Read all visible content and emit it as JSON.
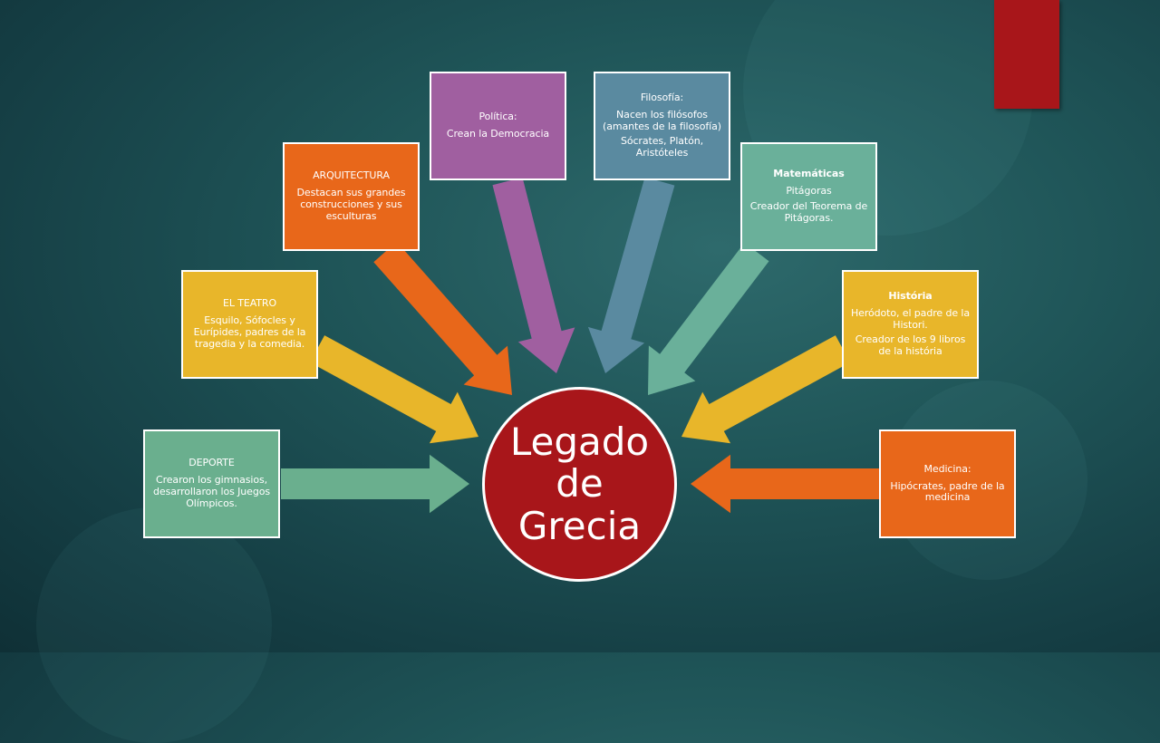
{
  "center": {
    "lines": [
      "Legado",
      "de",
      "Grecia"
    ]
  },
  "colors": {
    "red": "#a8161a",
    "green": "#6aaf8e",
    "yellow": "#e8b62a",
    "orange": "#e8671a",
    "purple": "#a05fa0",
    "steel": "#5a8aa0",
    "teal": "#6ab09a"
  },
  "boxes": [
    {
      "id": "deporte",
      "color": "green",
      "title": "DEPORTE",
      "lines": [
        "Crearon los gimnasios, desarrollaron los Juegos Olímpicos."
      ]
    },
    {
      "id": "teatro",
      "color": "yellow",
      "title": "EL TEATRO",
      "lines": [
        "Esquilo, Sófocles y Eurípides, padres de la tragedia y la comedia."
      ]
    },
    {
      "id": "arquitectura",
      "color": "orange",
      "title": "ARQUITECTURA",
      "lines": [
        "Destacan sus grandes construcciones  y sus esculturas"
      ]
    },
    {
      "id": "politica",
      "color": "purple",
      "title": "Política:",
      "lines": [
        "Crean la Democracia"
      ]
    },
    {
      "id": "filosofia",
      "color": "steel",
      "title": "Filosofía:",
      "lines": [
        "Nacen los filósofos (amantes de la filosofía)",
        "Sócrates, Platón, Aristóteles"
      ]
    },
    {
      "id": "matematicas",
      "color": "teal",
      "title": "Matemáticas",
      "lines": [
        "Pitágoras",
        "Creador del Teorema de Pitágoras."
      ]
    },
    {
      "id": "historia",
      "color": "yellow",
      "title": "História",
      "lines": [
        "Heródoto, el padre de la Histori.",
        "Creador de los 9 libros de la história"
      ]
    },
    {
      "id": "medicina",
      "color": "orange",
      "title": "Medicina:",
      "lines": [
        "Hipócrates, padre de la medicina"
      ]
    }
  ]
}
